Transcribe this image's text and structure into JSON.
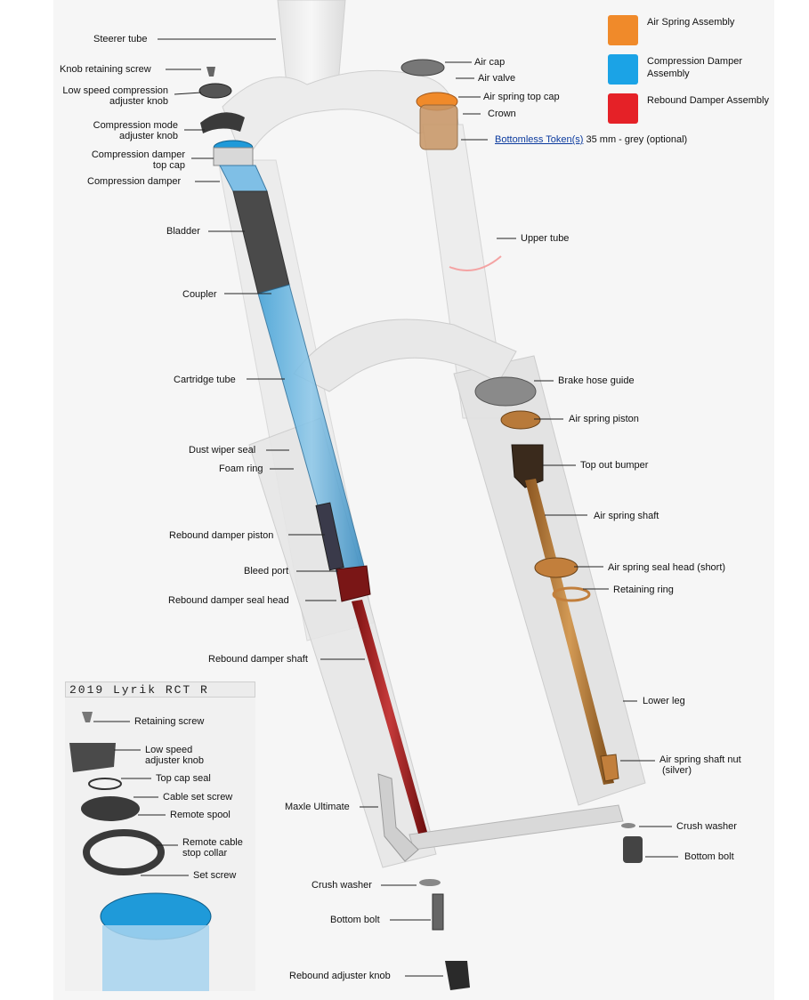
{
  "legend": [
    {
      "label": "Air Spring Assembly",
      "color": "#f08a2a"
    },
    {
      "label": "Compression Damper Assembly",
      "color": "#1ba3e6"
    },
    {
      "label": "Rebound Damper Assembly",
      "color": "#e52127"
    }
  ],
  "labels": {
    "steerer_tube": "Steerer tube",
    "knob_retaining_screw": "Knob retaining screw",
    "low_speed_knob_1": "Low speed compression",
    "low_speed_knob_2": "adjuster knob",
    "comp_mode_1": "Compression mode",
    "comp_mode_2": "adjuster knob",
    "comp_top_cap_1": "Compression damper",
    "comp_top_cap_2": "top cap",
    "comp_damper": "Compression damper",
    "bladder": "Bladder",
    "coupler": "Coupler",
    "cartridge_tube": "Cartridge tube",
    "dust_wiper_seal": "Dust wiper seal",
    "foam_ring": "Foam ring",
    "rebound_piston": "Rebound damper piston",
    "bleed_port": "Bleed port",
    "rebound_seal_head": "Rebound damper seal head",
    "rebound_shaft": "Rebound damper shaft",
    "air_cap": "Air cap",
    "air_valve": "Air valve",
    "air_top_cap": "Air spring top cap",
    "crown": "Crown",
    "bottomless_token": "Bottomless Token(s)",
    "bottomless_token_suffix": " 35 mm - grey (optional)",
    "upper_tube": "Upper tube",
    "brake_hose_guide": "Brake hose guide",
    "air_piston": "Air spring piston",
    "top_out_bumper": "Top out bumper",
    "air_shaft": "Air spring shaft",
    "air_seal_head": "Air spring seal head (short)",
    "retaining_ring": "Retaining ring",
    "lower_leg": "Lower leg",
    "air_shaft_nut_1": "Air spring shaft nut",
    "air_shaft_nut_2": "(silver)",
    "crush_washer_right": "Crush washer",
    "bottom_bolt_right": "Bottom bolt",
    "maxle": "Maxle Ultimate",
    "crush_washer_center": "Crush washer",
    "bottom_bolt_center": "Bottom bolt",
    "rebound_adjuster_knob": "Rebound adjuster knob"
  },
  "inset": {
    "title": "2019 Lyrik RCT R",
    "retaining_screw": "Retaining screw",
    "low_speed_1": "Low speed",
    "low_speed_2": "adjuster knob",
    "top_cap_seal": "Top cap seal",
    "cable_set_screw": "Cable set screw",
    "remote_spool": "Remote spool",
    "remote_cable_1": "Remote cable",
    "remote_cable_2": "stop collar",
    "set_screw": "Set screw"
  }
}
